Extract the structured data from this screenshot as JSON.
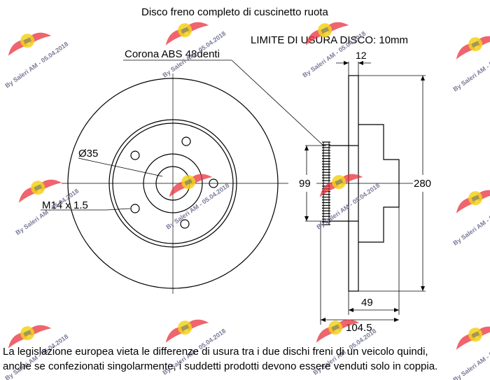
{
  "title": "Disco freno completo di cuscinetto ruota",
  "wear_limit": "LIMITE DI USURA DISCO: 10mm",
  "labels": {
    "abs_ring": "Corona ABS 48denti",
    "bore": "Ø35",
    "thread": "M14 x 1.5"
  },
  "dimensions": {
    "thickness": "12",
    "hub_diameter": "99",
    "disc_diameter": "280",
    "hub_height": "49",
    "total_height": "104.5"
  },
  "footer": {
    "line1": "La legislazione europea vieta le differenze di usura tra i due dischi freni di un veicolo quindi,",
    "line2": "anche se confezionati singolarmente, i suddetti prodotti devono essere venduti solo in coppia."
  },
  "watermark": {
    "text": "By Saleri AM - 05.04.2018",
    "logo_icon": "winged-logo-icon",
    "colors": {
      "wing": "#e8323c",
      "badge": "#f2d21c"
    }
  }
}
